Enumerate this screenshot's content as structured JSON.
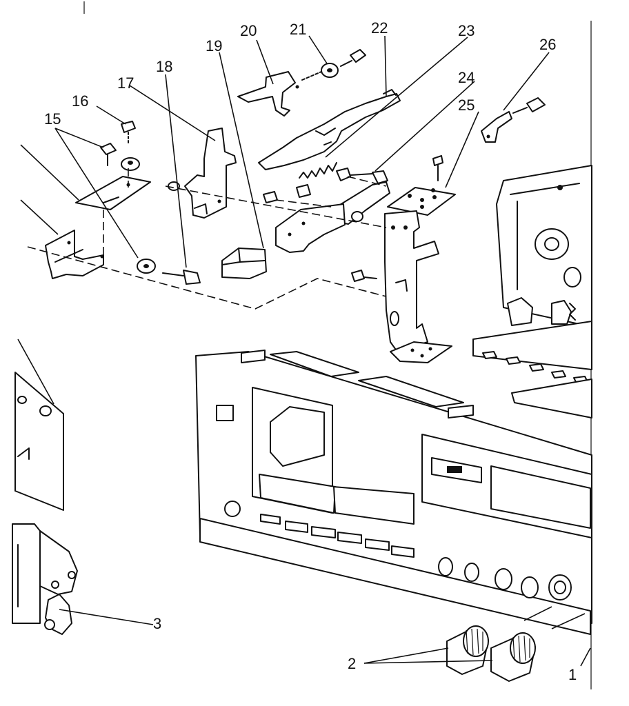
{
  "callouts": {
    "c1": "1",
    "c2": "2",
    "c3": "3",
    "c15": "15",
    "c16": "16",
    "c17": "17",
    "c18": "18",
    "c19": "19",
    "c20": "20",
    "c21": "21",
    "c22": "22",
    "c23": "23",
    "c24": "24",
    "c25": "25",
    "c26": "26"
  }
}
